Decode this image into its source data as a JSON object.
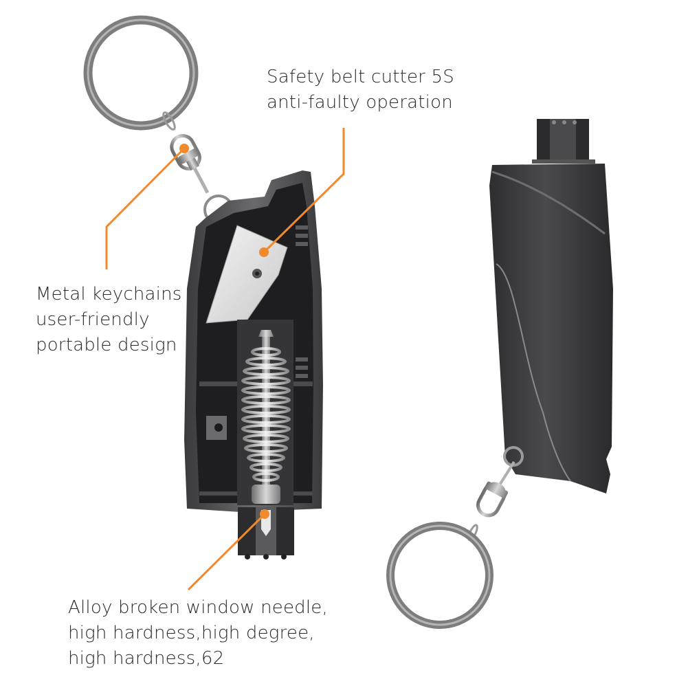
{
  "diagram": {
    "subject": "Car safety hammer keychain with belt cutter (cutaway view and exterior view)",
    "accent_color": "#f08a2c",
    "callouts": [
      {
        "id": "belt-cutter",
        "lines": [
          "Safety belt cutter 5S",
          "anti-faulty operation"
        ],
        "points_to": "cutter-blade"
      },
      {
        "id": "keychain",
        "lines": [
          "Metal keychains",
          "user-friendly",
          "portable design"
        ],
        "points_to": "swivel-clasp"
      },
      {
        "id": "needle",
        "lines": [
          "Alloy broken window needle,",
          "high hardness,high degree,",
          "high hardness,62"
        ],
        "points_to": "window-breaker-tip"
      }
    ],
    "views": [
      {
        "id": "cutaway-view",
        "parts": [
          "key-ring",
          "swivel-clasp",
          "housing",
          "cutter-blade",
          "spring",
          "window-breaker-tip",
          "end-cap"
        ]
      },
      {
        "id": "exterior-view",
        "parts": [
          "end-cap",
          "housing",
          "swivel-clasp",
          "key-ring"
        ]
      }
    ]
  }
}
